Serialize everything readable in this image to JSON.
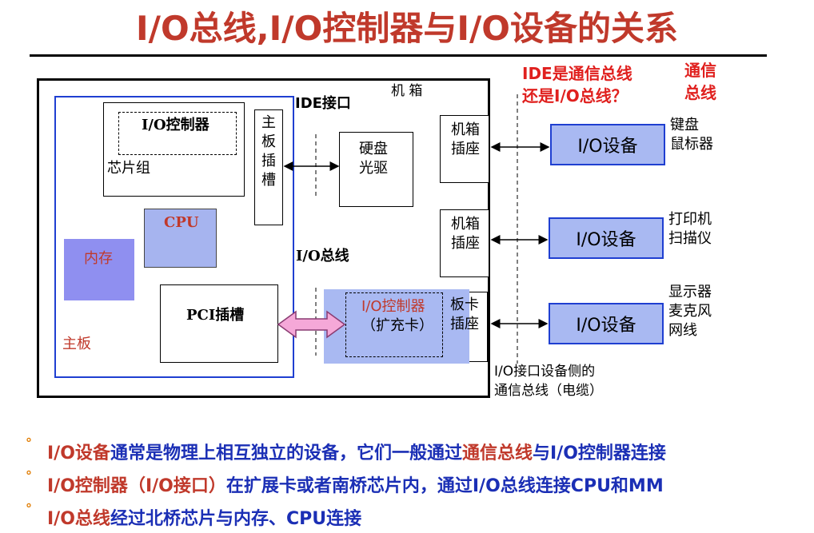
{
  "title": "I/O总线,I/O控制器与I/O设备的关系",
  "diagram": {
    "case_label": "机 箱",
    "ide_interface": "IDE接口",
    "io_bus": "I/O总线",
    "chipset": "芯片组",
    "io_controller": "I/O控制器",
    "cpu": "CPU",
    "memory": "内存",
    "motherboard": "主板",
    "pci_slot": "PCI插槽",
    "mb_slot": "主板插槽",
    "disk": "硬盘",
    "optical": "光驱",
    "case_socket_1": "机箱",
    "case_socket_1b": "插座",
    "case_socket_2": "机箱",
    "case_socket_2b": "插座",
    "board_socket": "板卡",
    "board_socket_b": "插座",
    "exp_controller": "I/O控制器",
    "exp_card": "（扩充卡）",
    "device_1": "I/O设备",
    "device_2": "I/O设备",
    "device_3": "I/O设备",
    "dev1_a": "键盘",
    "dev1_b": "鼠标器",
    "dev2_a": "打印机",
    "dev2_b": "扫描仪",
    "dev3_a": "显示器",
    "dev3_b": "麦克风",
    "dev3_c": "网线",
    "question_1": "IDE是通信总线",
    "question_2": "还是I/O总线？",
    "comm_bus_1": "通信",
    "comm_bus_2": "总线",
    "device_side_1": "I/O接口设备侧的",
    "device_side_2": "通信总线（电缆）"
  },
  "bullets": [
    {
      "dot": "°",
      "parts": [
        {
          "text": "I/O设备",
          "hl": true
        },
        {
          "text": "通常是物理上相互独立的设备，它们一般通过",
          "hl": false
        },
        {
          "text": "通信总线",
          "hl": true
        },
        {
          "text": "与I/O控制器连接",
          "hl": false
        }
      ]
    },
    {
      "dot": "°",
      "parts": [
        {
          "text": "I/O控制器",
          "hl": true
        },
        {
          "text": "（I/O接口）",
          "hl": true
        },
        {
          "text": "在扩展卡或者南桥芯片内，通过I/O总线连接CPU和MM",
          "hl": false
        }
      ]
    },
    {
      "dot": "°",
      "parts": [
        {
          "text": "I/O总线",
          "hl": true
        },
        {
          "text": "经过北桥芯片与内存、CPU连接",
          "hl": false
        }
      ]
    }
  ]
}
